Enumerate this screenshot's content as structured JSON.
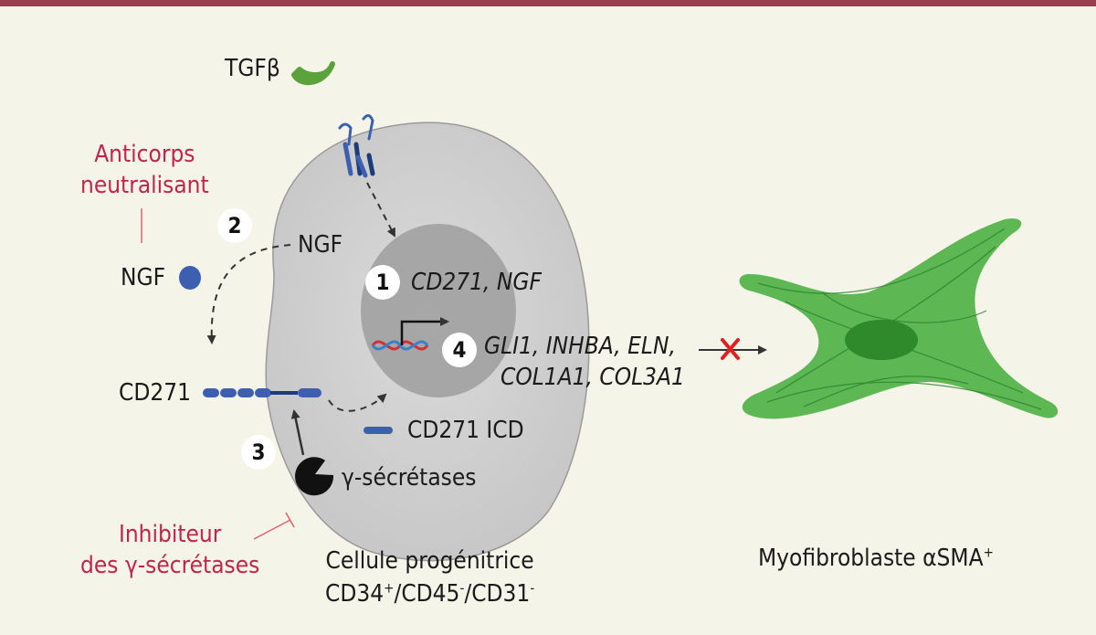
{
  "labels": {
    "tgfb": "TGFβ",
    "anticorps": "Anticorps\nneutralisant",
    "ngf_left": "NGF",
    "ngf_cell": "NGF",
    "cd271": "CD271",
    "cd271_icd": "CD271 ICD",
    "gamma_secretases": "γ-sécrétases",
    "inhibiteur": "Inhibiteur\ndes γ-sécrétases",
    "cellule_line1": "Cellule progénitrice",
    "cd34": "CD34",
    "cd34_sup": "+",
    "cd45": "/CD45",
    "cd45_sup": "-",
    "cd31": "/CD31",
    "cd31_sup": "-",
    "genes_1": "CD271, NGF",
    "genes_4a": "GLI1, INHBA, ELN,",
    "genes_4b": "COL1A1, COL3A1",
    "myofibroblaste": "Myofibroblaste αSMA",
    "myo_sup": "+"
  },
  "badges": {
    "b1": "1",
    "b2": "2",
    "b3": "3",
    "b4": "4"
  },
  "colors": {
    "accent_bar": "#9b3d4e",
    "red_text": "#c2244a",
    "ngf_blue": "#3c5fb0",
    "tgfb_green": "#5aa33c",
    "myofibroblast_green": "#4cb043",
    "block_red": "#e02020"
  }
}
